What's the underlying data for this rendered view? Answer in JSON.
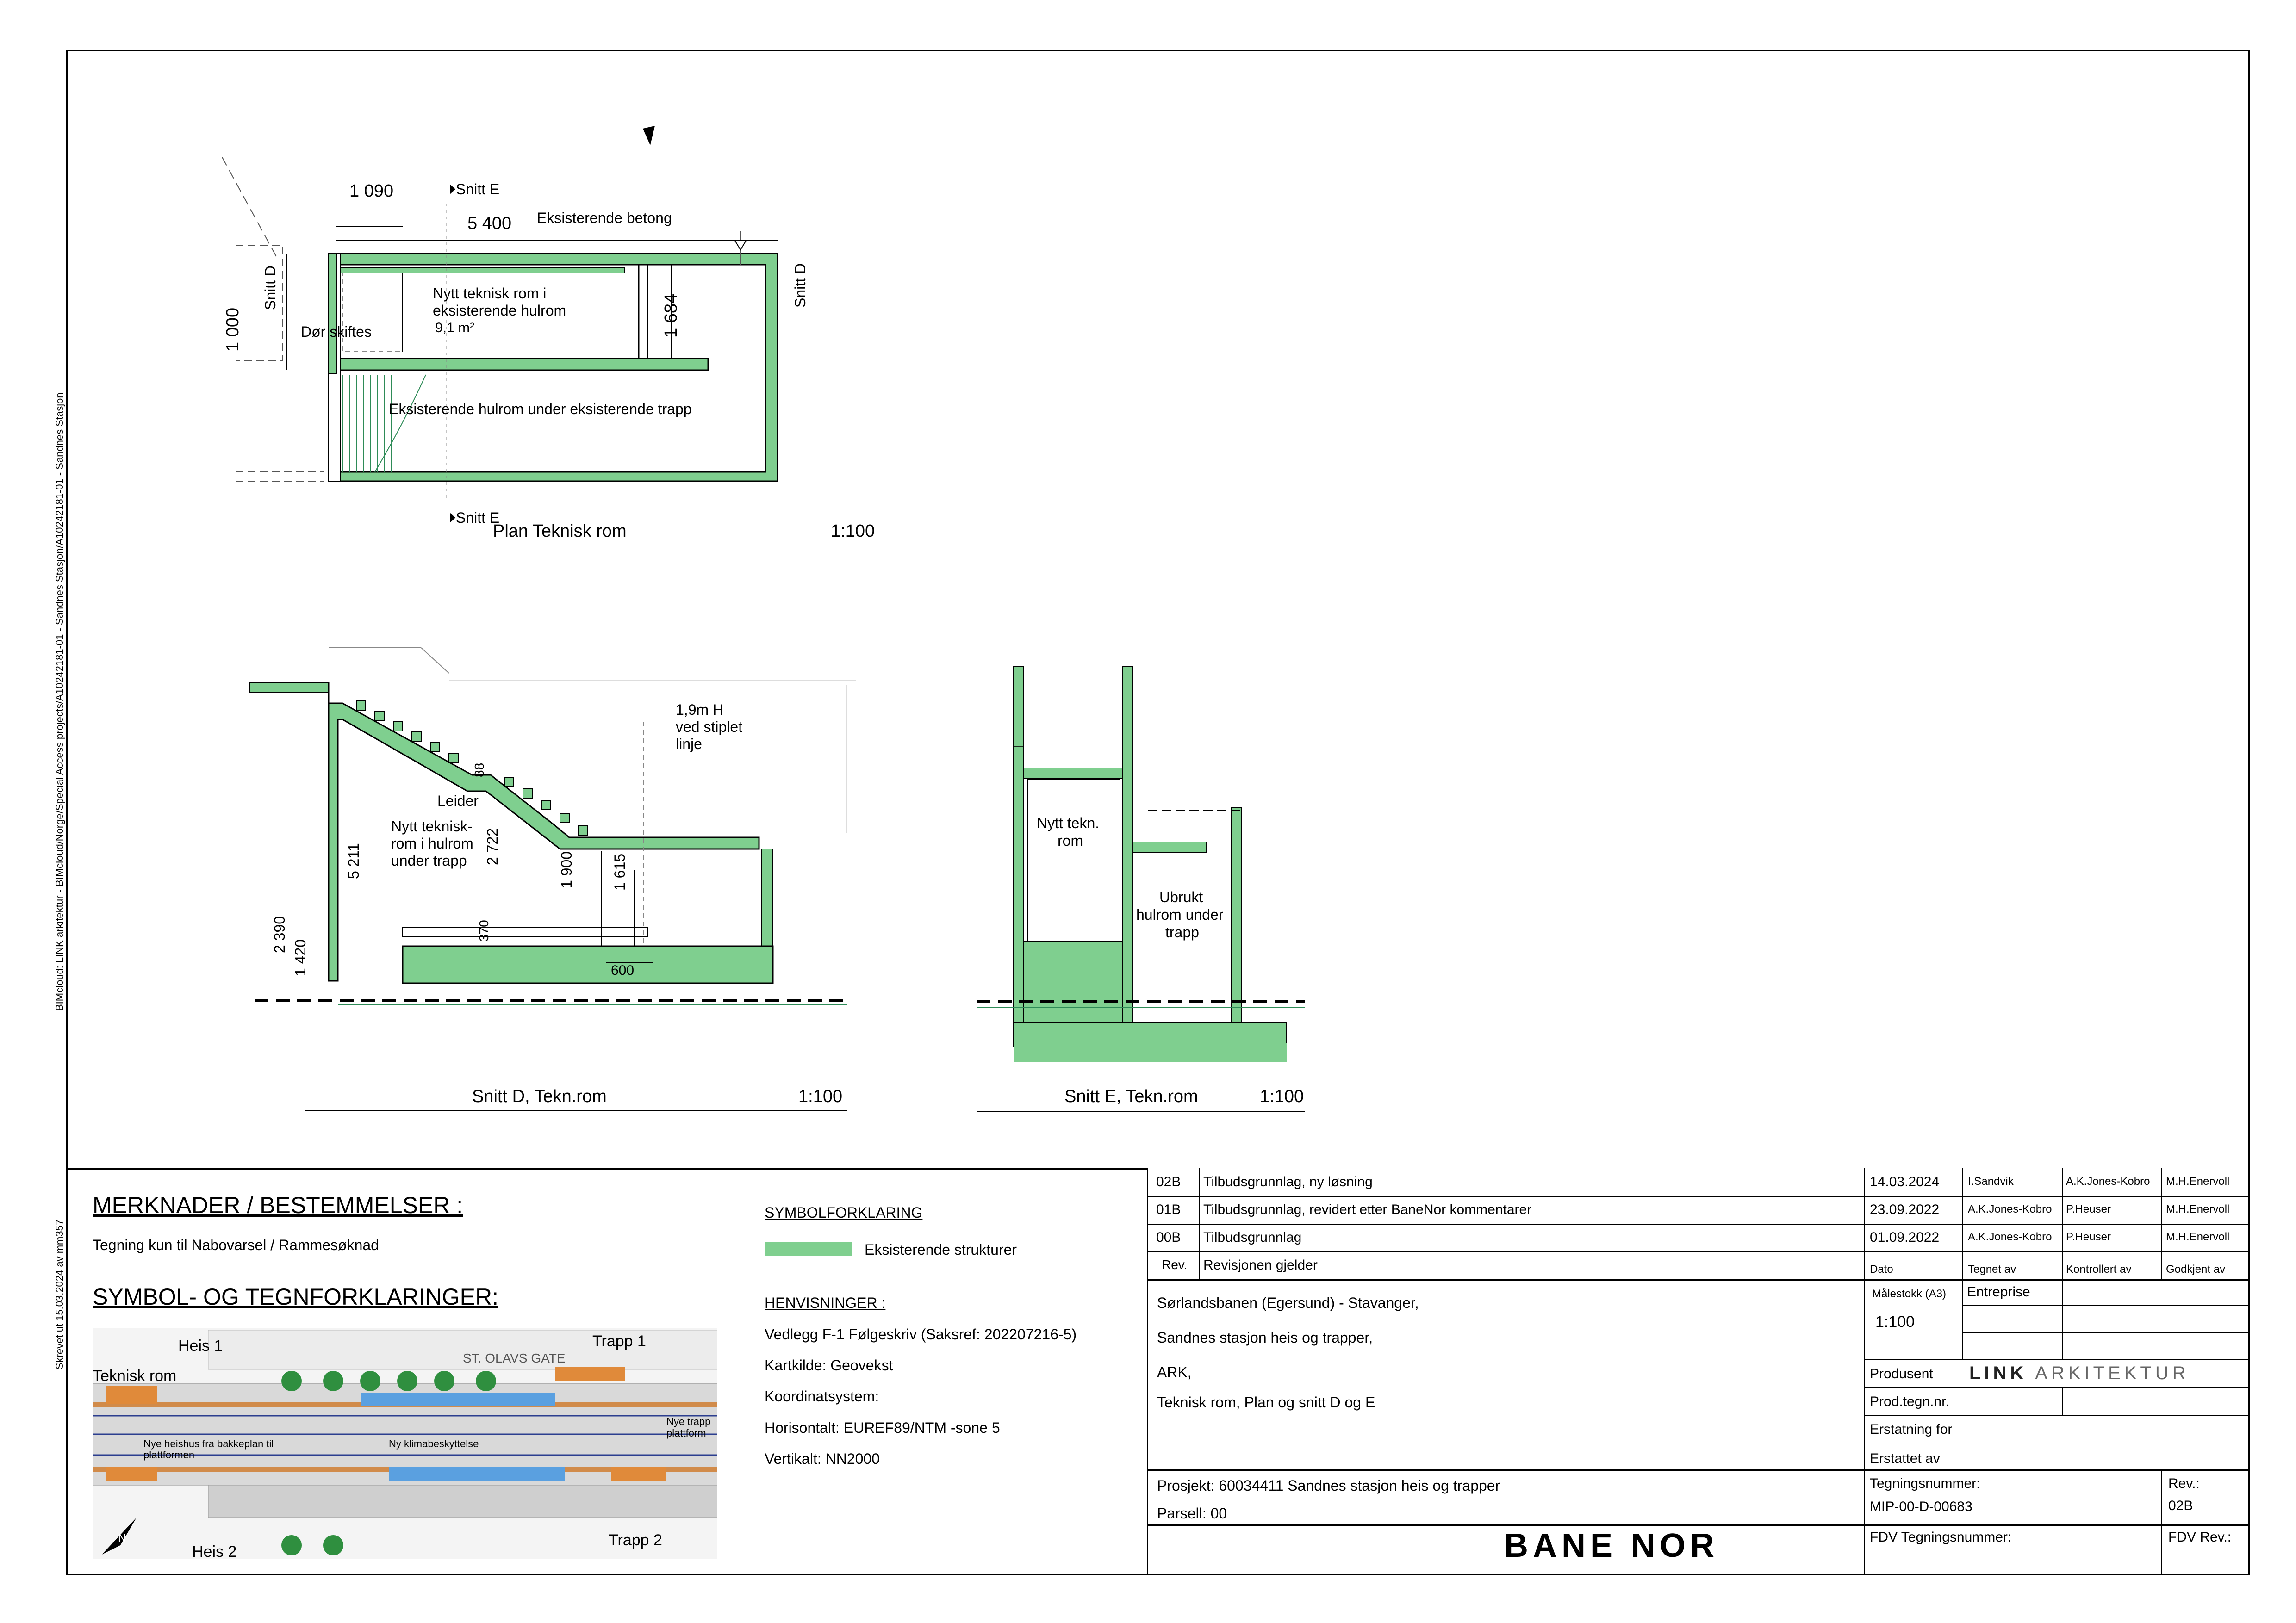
{
  "side_text": {
    "path": "BIMcloud: LINK arkitektur - BIMcloud/Norge/Special Access projects/A10242181-01 - Sandnes Stasjon/A10242181-01 - Sandnes Stasjon",
    "printed": "Skrevet ut 15.03.2024 av mm357"
  },
  "plan": {
    "title": "Plan Teknisk rom",
    "scale": "1:100",
    "dim_1090": "1 090",
    "dim_5400": "5 400",
    "dim_1000": "1 000",
    "dim_1684": "1 684",
    "snitt_e_top": "Snitt E",
    "snitt_e_bottom": "Snitt E",
    "snitt_d_left": "Snitt D",
    "snitt_d_right": "Snitt D",
    "existing_concrete": "Eksisterende betong",
    "room_line1": "Nytt teknisk rom i",
    "room_line2": "eksisterende hulrom",
    "room_area": "9,1 m²",
    "door": "Dør skiftes",
    "hollow": "Eksisterende hulrom under eksisterende trapp"
  },
  "section_d": {
    "title": "Snitt  D, Tekn.rom",
    "scale": "1:100",
    "note_line1": "1,9m H",
    "note_line2": "ved stiplet",
    "note_line3": "linje",
    "ladder": "Leider",
    "room_line1": "Nytt teknisk-",
    "room_line2": "rom i hulrom",
    "room_line3": "under trapp",
    "dim_88": "88",
    "dim_5211": "5 211",
    "dim_2722": "2 722",
    "dim_1900": "1 900",
    "dim_1615": "1 615",
    "dim_2390": "2 390",
    "dim_1420": "1 420",
    "dim_370": "370",
    "dim_600": "600"
  },
  "section_e": {
    "title": "Snitt E, Tekn.rom",
    "scale": "1:100",
    "room_line1": "Nytt tekn.",
    "room_line2": "rom",
    "unused_line1": "Ubrukt",
    "unused_line2": "hulrom under",
    "unused_line3": "trapp"
  },
  "notes": {
    "heading": "MERKNADER / BESTEMMELSER :",
    "text": "Tegning kun til Nabovarsel / Rammesøknad",
    "symbols_heading": "SYMBOL- OG TEGNFORKLARINGER:"
  },
  "key_map": {
    "heis1": "Heis 1",
    "teknisk_rom": "Teknisk rom",
    "trapp1": "Trapp 1",
    "street": "ST. OLAVS GATE",
    "nye_trapp_line1": "Nye trapp",
    "nye_trapp_line2": "plattform",
    "heishus_line1": "Nye heishus fra bakkeplan til",
    "heishus_line2": "plattformen",
    "klimavern": "Ny klimabeskyttelse",
    "trapp2": "Trapp 2",
    "heis2": "Heis 2",
    "north": "N"
  },
  "legend": {
    "heading": "SYMBOLFORKLARING",
    "item": "Eksisterende strukturer",
    "color": "#7fcf8f"
  },
  "references": {
    "heading": "HENVISNINGER :",
    "lines": [
      "Vedlegg F-1 Følgeskriv (Saksref: 202207216-5)",
      "Kartkilde: Geovekst",
      "Koordinatsystem:",
      "Horisontalt: EUREF89/NTM -sone 5",
      "Vertikalt: NN2000"
    ]
  },
  "revisions": {
    "rows": [
      {
        "rev": "02B",
        "text": "Tilbudsgrunnlag, ny løsning",
        "date": "14.03.2024",
        "drawn": "I.Sandvik",
        "checked": "A.K.Jones-Kobro",
        "approved": "M.H.Enervoll"
      },
      {
        "rev": "01B",
        "text": "Tilbudsgrunnlag, revidert etter BaneNor kommentarer",
        "date": "23.09.2022",
        "drawn": "A.K.Jones-Kobro",
        "checked": "P.Heuser",
        "approved": "M.H.Enervoll"
      },
      {
        "rev": "00B",
        "text": "Tilbudsgrunnlag",
        "date": "01.09.2022",
        "drawn": "A.K.Jones-Kobro",
        "checked": "P.Heuser",
        "approved": "M.H.Enervoll"
      }
    ],
    "header": {
      "rev": "Rev.",
      "text": "Revisjonen gjelder",
      "date": "Dato",
      "drawn": "Tegnet av",
      "checked": "Kontrollert av",
      "approved": "Godkjent av"
    }
  },
  "title_block": {
    "line1": "Sørlandsbanen (Egersund) - Stavanger,",
    "line2": "Sandnes stasjon heis og trapper,",
    "line3": "ARK,",
    "line4": "Teknisk rom, Plan og snitt D og E",
    "scale_label": "Målestokk (A3)",
    "scale_value": "1:100",
    "entreprise": "Entreprise",
    "produsent": "Produsent",
    "produsent_value_bold": "LINK",
    "produsent_value": "ARKITEKTUR",
    "prod_nr": "Prod.tegn.nr.",
    "erstatning": "Erstatning for",
    "erstattet": "Erstattet av",
    "project": "Prosjekt: 60034411 Sandnes stasjon heis og trapper",
    "parsell": "Parsell: 00",
    "drawing_no_label": "Tegningsnummer:",
    "drawing_no": "MIP-00-D-00683",
    "rev_label": "Rev.:",
    "rev_value": "02B",
    "fdv_label": "FDV Tegningsnummer:",
    "fdv_rev": "FDV Rev.:",
    "logo": "BANE NOR"
  }
}
